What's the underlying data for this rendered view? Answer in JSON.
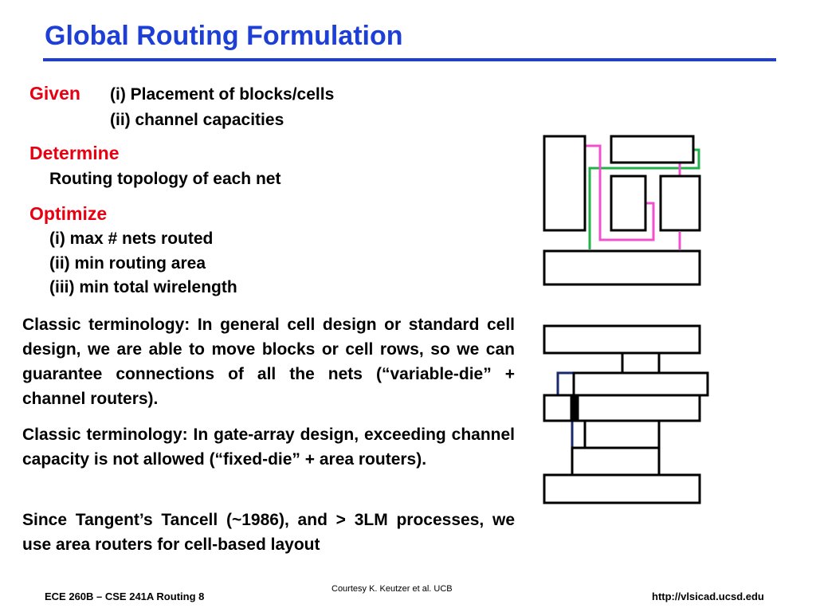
{
  "title": "Global Routing Formulation",
  "given": {
    "label": "Given",
    "items": [
      "(i) Placement of blocks/cells",
      "(ii) channel capacities"
    ]
  },
  "determine": {
    "label": "Determine",
    "text": "Routing topology of each net"
  },
  "optimize": {
    "label": "Optimize",
    "items": [
      "(i) max # nets routed",
      "(ii) min routing area",
      "(iii) min total wirelength"
    ]
  },
  "paragraphs": [
    "Classic terminology:  In general cell design or standard cell design, we are able to move blocks or cell rows, so we can guarantee connections of all the nets (“variable-die” + channel routers).",
    "Classic terminology:  In gate-array design, exceeding channel capacity is not allowed (“fixed-die” + area routers).",
    "Since Tangent’s Tancell (~1986), and > 3LM processes, we use area routers for cell-based layout"
  ],
  "footer": {
    "left": "ECE 260B – CSE 241A Routing 8",
    "center": "Courtesy K. Keutzer et al. UCB",
    "right": "http://vlsicad.ucsd.edu"
  },
  "colors": {
    "title": "#1d3fd6",
    "label": "#e60012",
    "wire_pink": "#f04fcf",
    "wire_green": "#22b04a",
    "wire_navy": "#1a2a6c"
  }
}
